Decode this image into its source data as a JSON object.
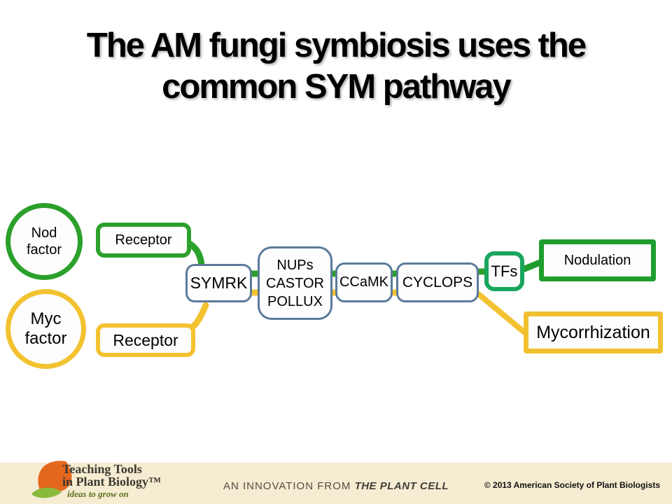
{
  "title": {
    "line1": "The AM fungi symbiosis uses the",
    "line2": "common SYM pathway"
  },
  "diagram": {
    "signals": {
      "nod_factor": "Nod factor",
      "myc_factor": "Myc factor"
    },
    "receptors": {
      "nod_receptor": "Receptor",
      "myc_receptor": "Receptor"
    },
    "core_nodes": {
      "symrk": "SYMRK",
      "nups_castor_pollux": "NUPs CASTOR POLLUX",
      "ccamk": "CCaMK",
      "cyclops": "CYCLOPS",
      "tfs": "TFs"
    },
    "outcomes": {
      "nodulation": "Nodulation",
      "mycorrhization": "Mycorrhization"
    },
    "colors": {
      "nod_pathway_green": "#2ba02b",
      "myc_pathway_yellow": "#f3c230",
      "core_box_border_blue": "#5b7b9a",
      "tfs_border_green": "#19a55c",
      "nodulation_border_green": "#1f9e2e",
      "mycorrhization_border_yellow": "#f0c030"
    }
  },
  "footer": {
    "logo": {
      "line1": "Teaching Tools",
      "line2": "in Plant Biology™",
      "tagline": "ideas to grow on",
      "leaf_orange": "#e4671e",
      "leaf_green": "#8aba3c"
    },
    "innovation_prefix": "AN INNOVATION FROM ",
    "innovation_brand": "THE PLANT CELL",
    "copyright": "©  2013 American Society of Plant Biologists",
    "bar_color": "#f5ecd2"
  }
}
